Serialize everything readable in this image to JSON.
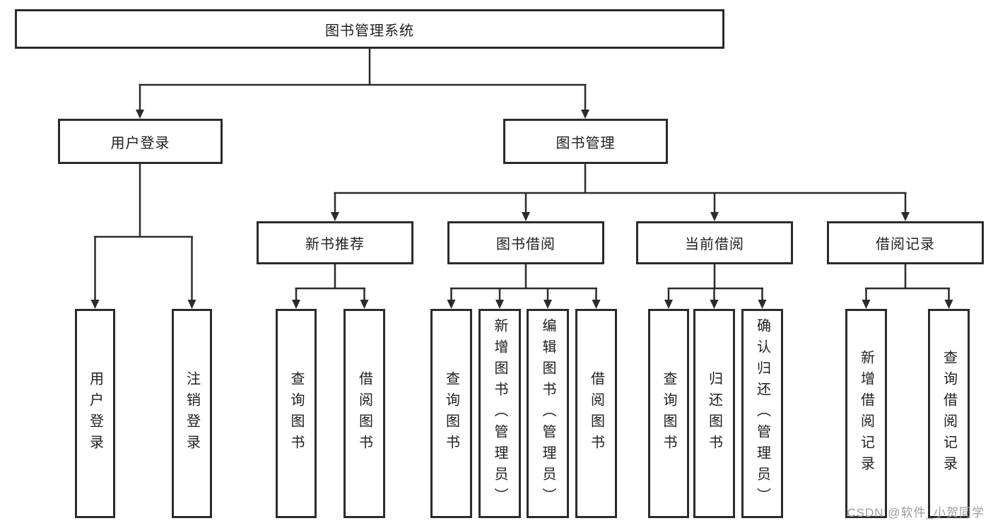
{
  "colors": {
    "line": "#2b2b2b",
    "border": "#2b2b2b",
    "text": "#1f1f1f",
    "background": "#ffffff",
    "watermark": "#9b9b9b"
  },
  "watermark": {
    "text": "CSDN @软件_小贺同学"
  },
  "tree": {
    "root": {
      "label": "图书管理系统",
      "children": [
        {
          "label": "用户登录",
          "children": [
            {
              "label": "用户登录"
            },
            {
              "label": "注销登录"
            }
          ]
        },
        {
          "label": "图书管理",
          "children": [
            {
              "label": "新书推荐",
              "children": [
                {
                  "label": "查询图书"
                },
                {
                  "label": "借阅图书"
                }
              ]
            },
            {
              "label": "图书借阅",
              "children": [
                {
                  "label": "查询图书"
                },
                {
                  "label": "新增图书（管理员）"
                },
                {
                  "label": "编辑图书（管理员）"
                },
                {
                  "label": "借阅图书"
                }
              ]
            },
            {
              "label": "当前借阅",
              "children": [
                {
                  "label": "查询图书"
                },
                {
                  "label": "归还图书"
                },
                {
                  "label": "确认归还（管理员）"
                }
              ]
            },
            {
              "label": "借阅记录",
              "children": [
                {
                  "label": "新增借阅记录"
                },
                {
                  "label": "查询借阅记录"
                }
              ]
            }
          ]
        }
      ]
    }
  }
}
